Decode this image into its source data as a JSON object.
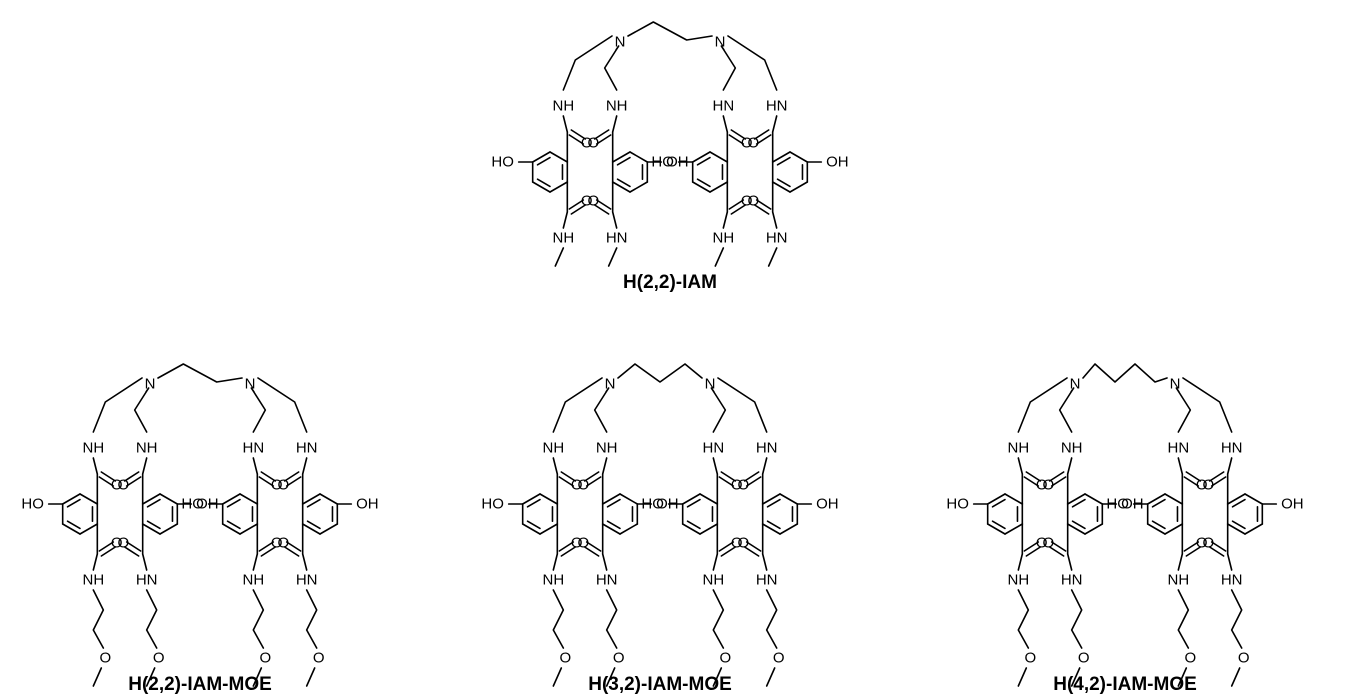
{
  "figure": {
    "background": "#ffffff",
    "ink": "#000000",
    "structures": [
      {
        "name": "H(2,2)-IAM",
        "amine_linker_carbons": 2,
        "terminal_group": "methyl",
        "labels": {
          "amine": "N",
          "amide": [
            "NH",
            "NH",
            "HN",
            "HN"
          ],
          "carbonyl": "O",
          "hydroxyl": [
            "HO",
            "OH",
            "HO",
            "OH"
          ],
          "terminal_amide": [
            "NH",
            "HN",
            "NH",
            "HN"
          ],
          "ether": ""
        }
      },
      {
        "name": "H(2,2)-IAM-MOE",
        "amine_linker_carbons": 2,
        "terminal_group": "methoxyethyl",
        "labels": {
          "amine": "N",
          "amide": [
            "NH",
            "NH",
            "HN",
            "HN"
          ],
          "carbonyl": "O",
          "hydroxyl": [
            "HO",
            "OH",
            "HO",
            "OH"
          ],
          "terminal_amide": [
            "NH",
            "HN",
            "NH",
            "HN"
          ],
          "ether": "O"
        }
      },
      {
        "name": "H(3,2)-IAM-MOE",
        "amine_linker_carbons": 3,
        "terminal_group": "methoxyethyl",
        "labels": {
          "amine": "N",
          "amide": [
            "NH",
            "NH",
            "HN",
            "HN"
          ],
          "carbonyl": "O",
          "hydroxyl": [
            "HO",
            "OH",
            "HO",
            "OH"
          ],
          "terminal_amide": [
            "NH",
            "HN",
            "NH",
            "HN"
          ],
          "ether": "O"
        }
      },
      {
        "name": "H(4,2)-IAM-MOE",
        "amine_linker_carbons": 4,
        "terminal_group": "methoxyethyl",
        "labels": {
          "amine": "N",
          "amide": [
            "NH",
            "NH",
            "HN",
            "HN"
          ],
          "carbonyl": "O",
          "hydroxyl": [
            "HO",
            "OH",
            "HO",
            "OH"
          ],
          "terminal_amide": [
            "NH",
            "HN",
            "NH",
            "HN"
          ],
          "ether": "O"
        }
      }
    ]
  }
}
